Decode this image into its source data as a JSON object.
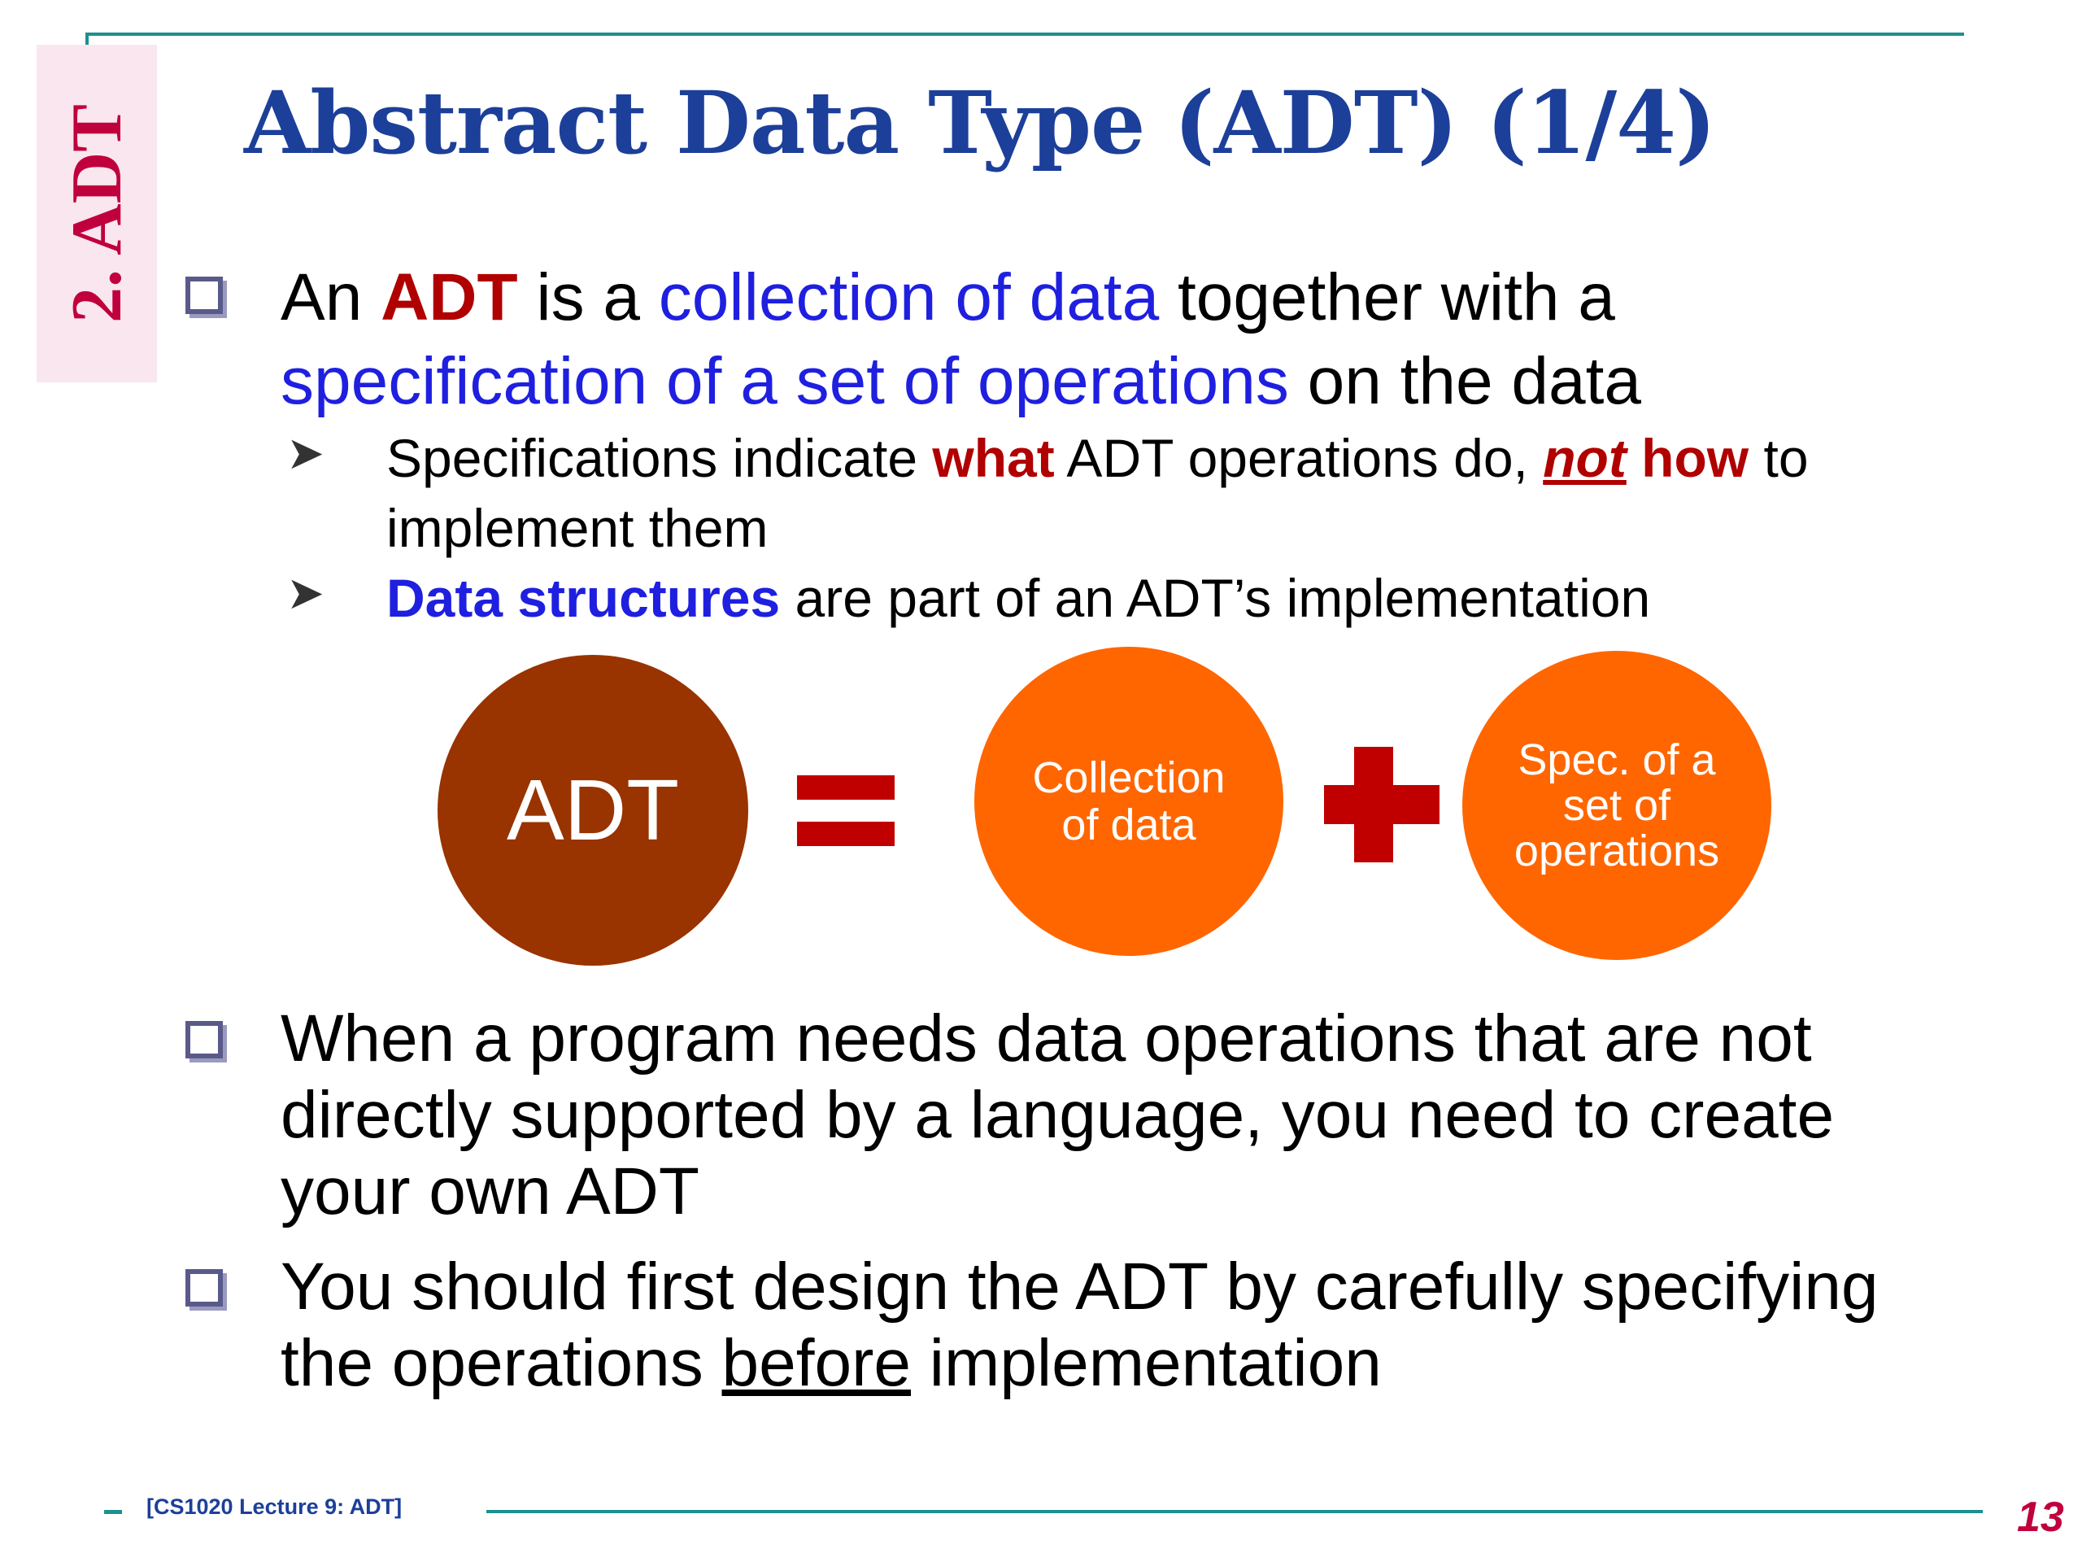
{
  "side_label": "2. ADT",
  "title": "Abstract Data Type (ADT) (1/4)",
  "bullet1": {
    "p1": "An ",
    "adt": "ADT",
    "p2": " is a ",
    "collection": "collection of data",
    "p3": " together with a",
    "spec": "specification of a set of operations",
    "p4": " on the data"
  },
  "sub1": {
    "p1": "Specifications indicate ",
    "what": "what",
    "p2": " ADT operations do, ",
    "not": "not",
    "how": " how",
    "p3": " to",
    "line2": "implement them"
  },
  "sub2": {
    "ds": "Data structures",
    "rest": " are part of an ADT’s implementation"
  },
  "diagram": {
    "adt": "ADT",
    "collection": [
      "Collection",
      "of data"
    ],
    "spec": [
      "Spec. of a",
      "set of",
      "operations"
    ],
    "colors": {
      "adt": "#993300",
      "parts": "#ff6600",
      "symbols": "#c00000"
    }
  },
  "bullet2": [
    "When a program needs data operations that are not",
    "directly supported by a language, you need to create",
    "your own ADT"
  ],
  "bullet3": {
    "line1": "You should first design the ADT by carefully specifying",
    "p1": "the operations ",
    "before": "before",
    "p2": " implementation"
  },
  "footer": "[CS1020 Lecture 9: ADT]",
  "page_number": "13"
}
